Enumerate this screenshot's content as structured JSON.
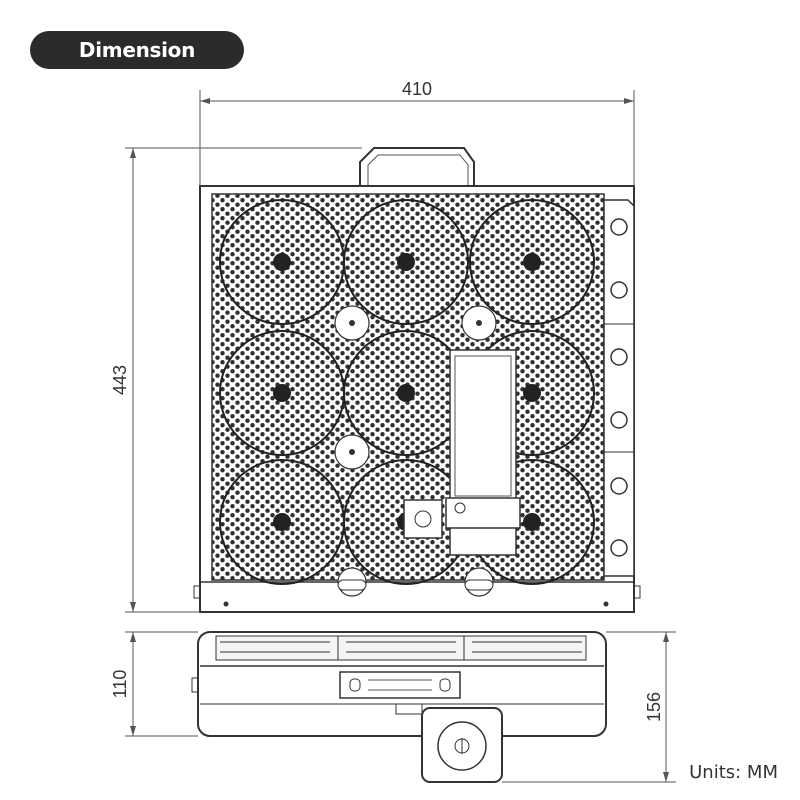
{
  "title": "Dimension Diagram",
  "units": "Units: MM",
  "dimensions": {
    "width": "410",
    "height": "443",
    "depth_body": "110",
    "depth_total": "156"
  },
  "colors": {
    "badge_bg": "#2b2b2b",
    "line": "#333333",
    "fill": "#f4f4f4"
  }
}
